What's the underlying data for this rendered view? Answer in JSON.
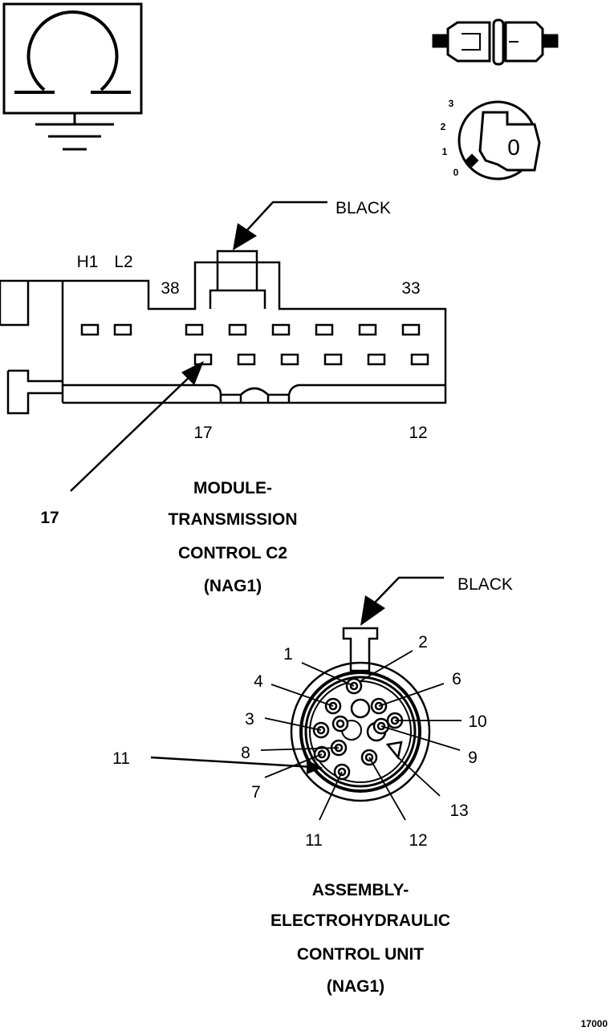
{
  "connector_c2": {
    "color_label": "BLACK",
    "labels_top": {
      "h1": "H1",
      "l2": "L2",
      "p38": "38",
      "p33": "33"
    },
    "labels_bottom": {
      "p17": "17",
      "p12": "12"
    },
    "callout": "17",
    "title": {
      "line1": "MODULE-",
      "line2": "TRANSMISSION",
      "line3": "CONTROL C2",
      "line4": "(NAG1)"
    }
  },
  "connector_ehcu": {
    "color_label": "BLACK",
    "pins": {
      "p1": "1",
      "p2": "2",
      "p3": "3",
      "p4": "4",
      "p6": "6",
      "p7": "7",
      "p8": "8",
      "p9": "9",
      "p10": "10",
      "p11": "11",
      "p11b": "11",
      "p12": "12",
      "p13": "13"
    },
    "title": {
      "line1": "ASSEMBLY-",
      "line2": "ELECTROHYDRAULIC",
      "line3": "CONTROL UNIT",
      "line4": "(NAG1)"
    }
  },
  "ignition": {
    "positions": {
      "p0": "0",
      "p1": "1",
      "p2": "2",
      "p3": "3"
    },
    "key_label": "0"
  },
  "figure_id": "17000",
  "icons": [
    "ground-ohm-icon",
    "inline-connector-icon",
    "ignition-key-icon"
  ]
}
